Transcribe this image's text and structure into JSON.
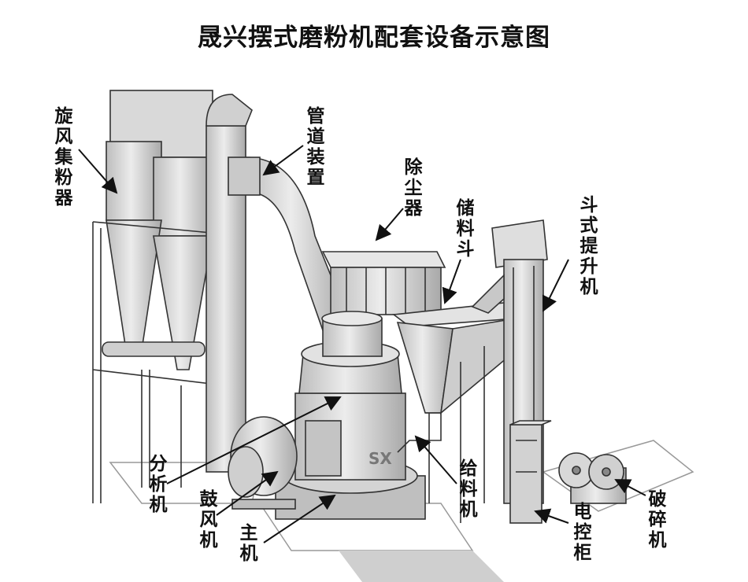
{
  "title": "晟兴摆式磨粉机配套设备示意图",
  "labels": {
    "cyclone": "旋风集粉器",
    "pipe": "管道装置",
    "dust": "除尘器",
    "hopper": "储料斗",
    "elevator": "斗式提升机",
    "analyzer": "分析机",
    "blower": "鼓风机",
    "main": "主机",
    "feeder": "给料机",
    "control": "电控柜",
    "crusher": "破碎机"
  },
  "brand_mark": "SX",
  "colors": {
    "line": "#333333",
    "metal": "#d6d6d6",
    "dark": "#9a9a9a"
  }
}
